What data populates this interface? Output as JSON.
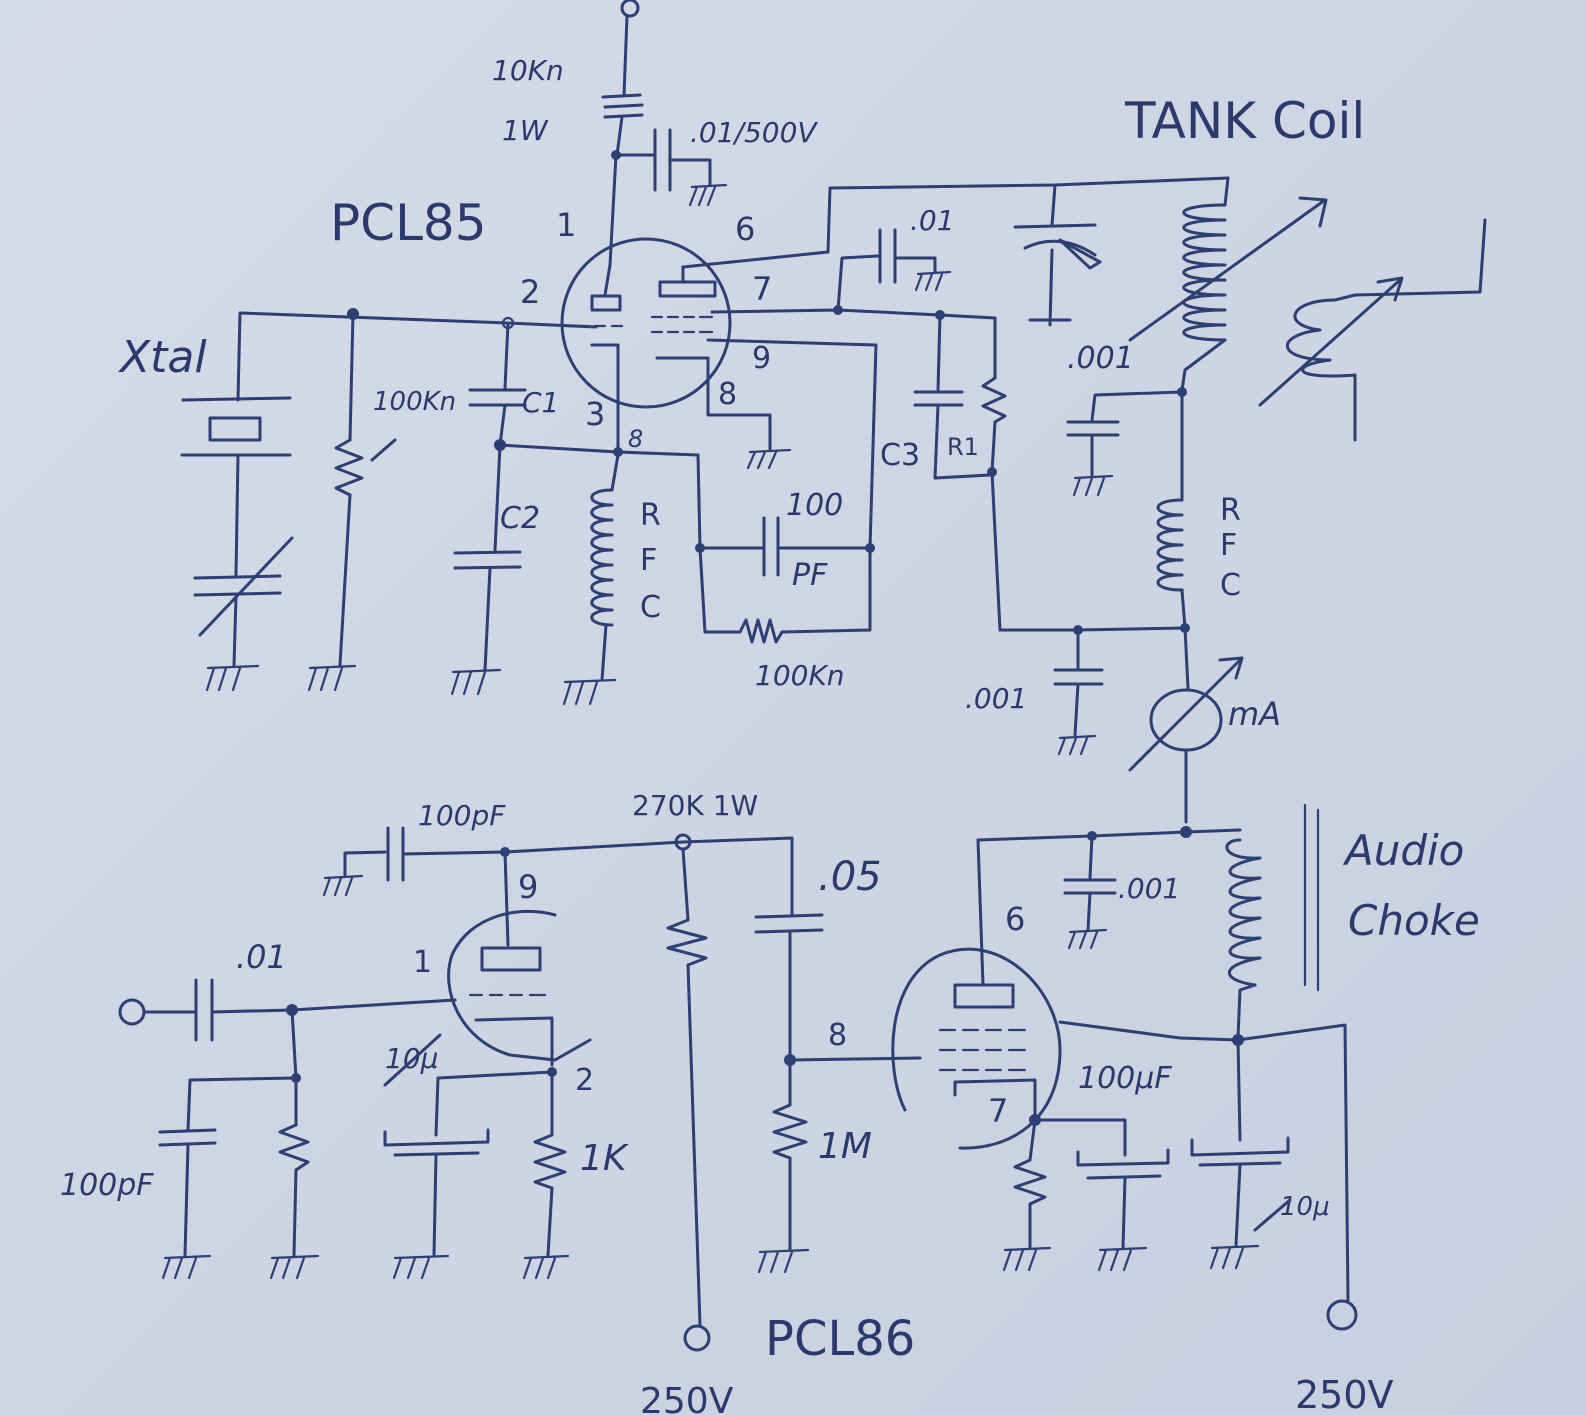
{
  "title": "",
  "colors": {
    "paper": "#cfd5e4",
    "ink": "#2e3f72"
  },
  "oscillator": {
    "tube": "PCL85",
    "plate_resistor": "10Kn",
    "plate_resistor_power": "1W",
    "bypass_cap": ".01/500V",
    "pins": {
      "p1": "1",
      "p2": "2",
      "p3": "3",
      "p6": "6",
      "p7": "7",
      "p8": "8",
      "p9": "9",
      "p8b": "8"
    },
    "crystal": "Xtal",
    "grid_resistor": "100Kn",
    "c1": "C1",
    "c2": "C2",
    "rfc_left": [
      "R",
      "F",
      "C"
    ],
    "feedback_cap_value": "100",
    "feedback_cap_unit": "PF",
    "feedback_resistor": "100Kn",
    "screen_cap": ".01",
    "c3": "C3",
    "r1": "R1",
    "tank_coil": "TANK Coil",
    "tank_bypass": ".001",
    "rfc_right": [
      "R",
      "F",
      "C"
    ],
    "supply_bypass": ".001",
    "meter": "mA"
  },
  "modulator": {
    "tube": "PCL86",
    "input_cap": ".01",
    "input_shunt_cap": "100pF",
    "plate_cap": "100pF",
    "plate_resistor": "270K 1W",
    "coupling_cap": ".05",
    "cathode_cap": "10μ",
    "cathode_resistor": "1K",
    "grid_resistor": "1M",
    "pins": {
      "p9": "9",
      "p1": "1",
      "p2": "2",
      "p8": "8",
      "p6": "6",
      "p7": "7"
    },
    "plate_bypass": ".001",
    "audio_choke": [
      "Audio",
      "Choke"
    ],
    "cathode_bypass": "100μF",
    "supply_cap": "10μ",
    "supply_left": "250V",
    "supply_right": "250V"
  }
}
